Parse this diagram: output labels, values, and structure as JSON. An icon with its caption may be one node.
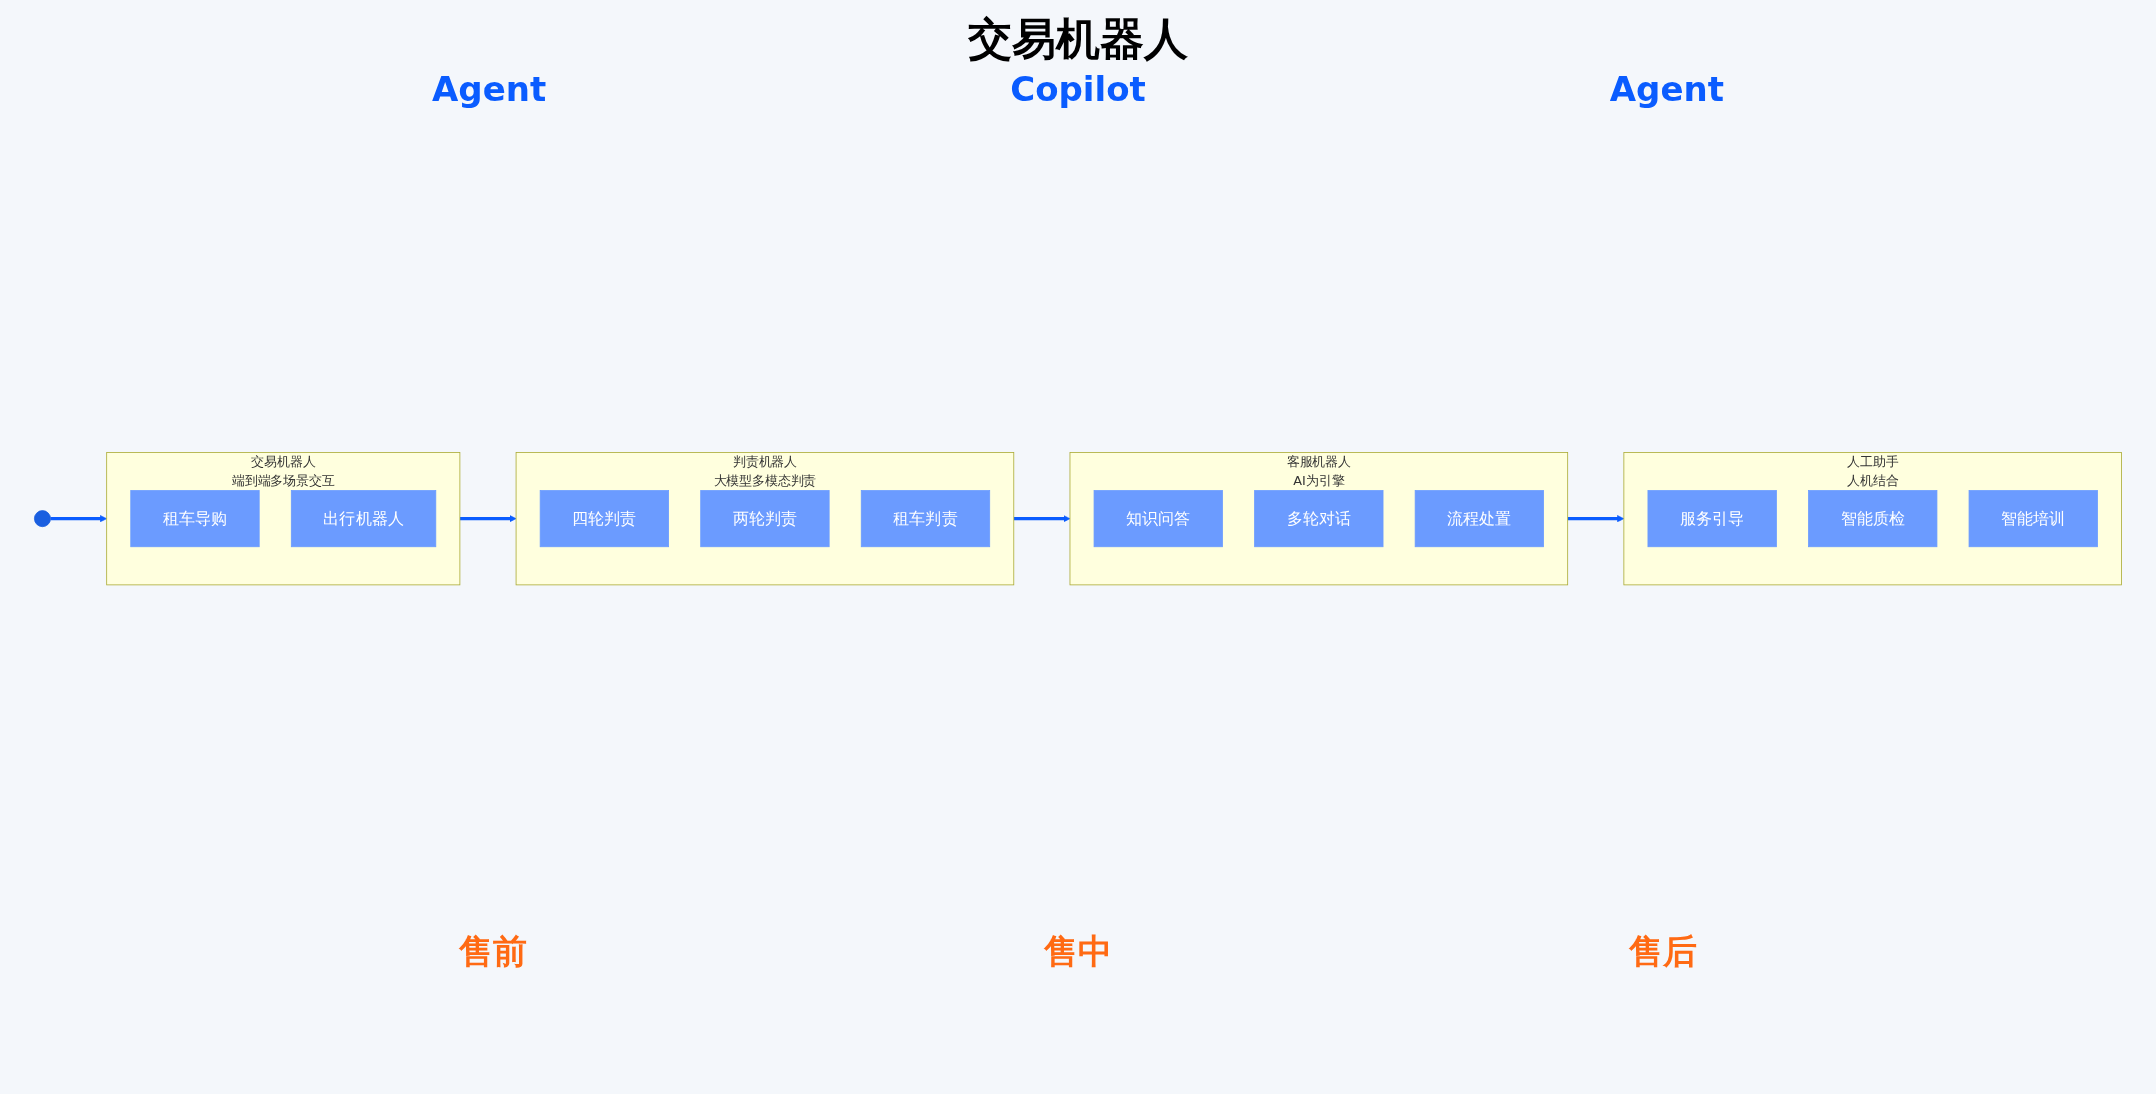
{
  "diagram": {
    "title": "交易机器人",
    "nodes": [
      {
        "text": [],
        "shape": "person"
      },
      {
        "text": [
          "交易机器人",
          "端到端多场景交互"
        ]
      },
      {
        "text": [
          "租车导购"
        ],
        "in": 1
      },
      {
        "text": [
          "出行机器人"
        ],
        "in": 1
      },
      {
        "text": [
          "判责机器人",
          "大模型多模态判责"
        ]
      },
      {
        "text": [
          "四轮判责"
        ],
        "in": 4
      },
      {
        "text": [
          "两轮判责"
        ],
        "in": 4
      },
      {
        "text": [
          "租车判责"
        ],
        "in": 4
      },
      {
        "text": [
          "客服机器人",
          "AI为引擎"
        ]
      },
      {
        "text": [
          "知识问答"
        ],
        "in": 8
      },
      {
        "text": [
          "多轮对话"
        ],
        "in": 8
      },
      {
        "text": [
          "流程处置"
        ],
        "in": 8
      },
      {
        "text": [
          "人工助手",
          "人机结合"
        ]
      },
      {
        "text": [
          "服务引导"
        ],
        "in": 12
      },
      {
        "text": [
          "智能质检"
        ],
        "in": 12
      },
      {
        "text": [
          "智能培训"
        ],
        "in": 12
      }
    ],
    "edges": [
      {
        "from": 0,
        "to": 1,
        "arrow": "to"
      },
      {
        "from": 1,
        "to": 4,
        "arrow": "to"
      },
      {
        "from": 4,
        "to": 8,
        "arrow": "to"
      },
      {
        "from": 8,
        "to": 12,
        "arrow": "to"
      }
    ],
    "labels": [
      "Agent",
      "Copilot",
      "Agent",
      "售前",
      "售中",
      "售后"
    ]
  }
}
